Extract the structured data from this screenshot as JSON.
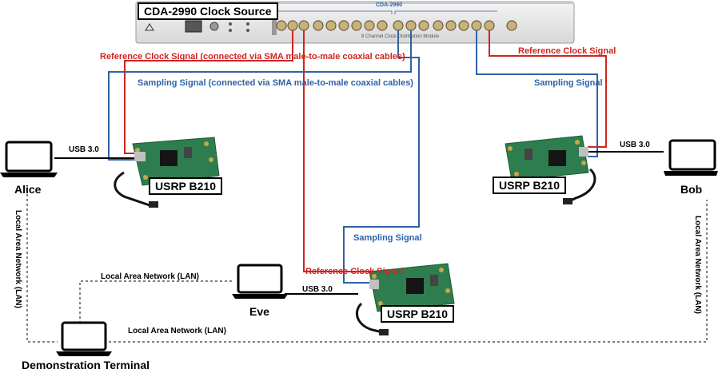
{
  "clock_source": {
    "title": "CDA-2990 Clock Source",
    "panel_label": "CDA-2990",
    "subtitle": "8 Channel Clock Distribution Module"
  },
  "signals": {
    "ref_main": "Reference Clock Signal (connected via SMA male-to-male coaxial cables)",
    "samp_main": "Sampling Signal (connected via SMA male-to-male coaxial cables)",
    "ref_right": "Reference Clock Signal",
    "samp_right": "Sampling Signal",
    "samp_center": "Sampling Signal",
    "ref_center": "Reference Clock Signal"
  },
  "usb": {
    "alice": "USB 3.0",
    "bob": "USB 3.0",
    "eve": "USB 3.0"
  },
  "devices": {
    "alice": "USRP B210",
    "bob": "USRP B210",
    "eve": "USRP B210"
  },
  "nodes": {
    "alice": "Alice",
    "bob": "Bob",
    "eve": "Eve",
    "terminal": "Demonstration Terminal"
  },
  "lan": {
    "left_vertical": "Local Area Network (LAN)",
    "right_vertical": "Local Area Network (LAN)",
    "top": "Local Area Network (LAN)",
    "bottom": "Local Area Network (LAN)"
  },
  "colors": {
    "reference": "#d1241f",
    "sampling": "#2f62a8",
    "board": "#2e7d4f"
  }
}
